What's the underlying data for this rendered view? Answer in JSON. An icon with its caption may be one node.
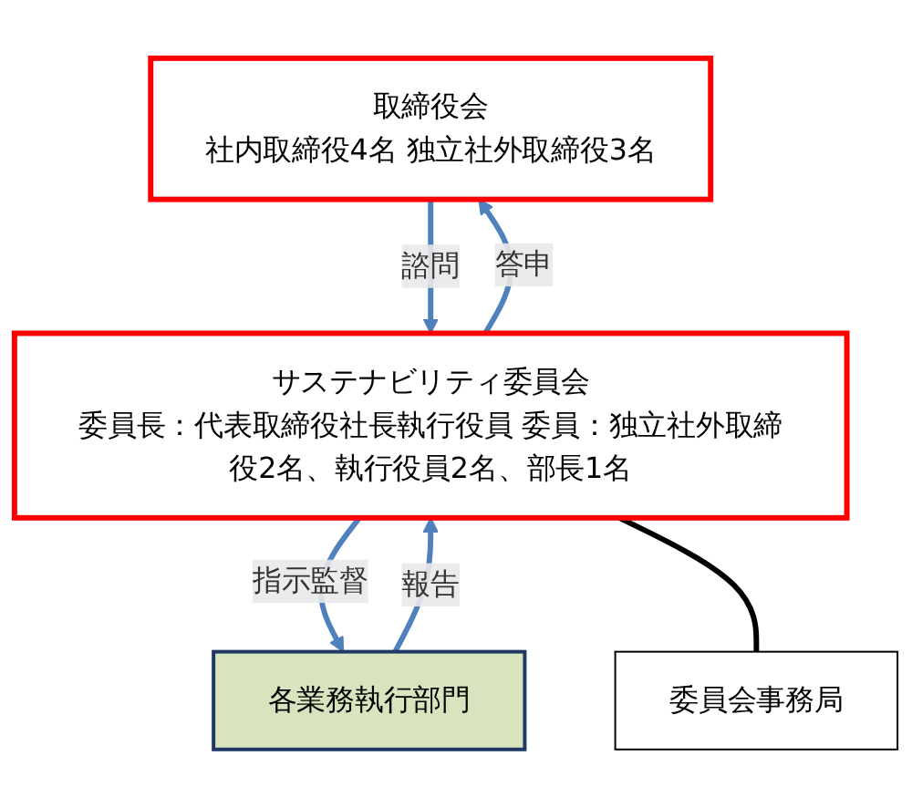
{
  "diagram": {
    "nodes": [
      {
        "text": [
          "取締役会",
          "社内取締役4名 独立社外取締役3名"
        ]
      },
      {
        "text": [
          "サステナビリティ委員会",
          "委員長：代表取締役社長執行役員 委員：独立社外取締役2名、執行役員2名、部長1名"
        ]
      },
      {
        "text": [
          "各業務執行部門"
        ]
      },
      {
        "text": [
          "委員会事務局"
        ]
      }
    ],
    "edges": [
      {
        "from": 0,
        "to": 1,
        "arrow": "to",
        "label": "諮問"
      },
      {
        "from": 1,
        "to": 0,
        "arrow": "to",
        "label": "答申"
      },
      {
        "from": 2,
        "to": 1,
        "arrow": "to",
        "label": "報告"
      },
      {
        "from": 1,
        "to": 2,
        "arrow": "to",
        "label": "指示監督"
      },
      {
        "from": 1,
        "to": 3,
        "arrow": "none",
        "color": "#000000"
      }
    ]
  }
}
